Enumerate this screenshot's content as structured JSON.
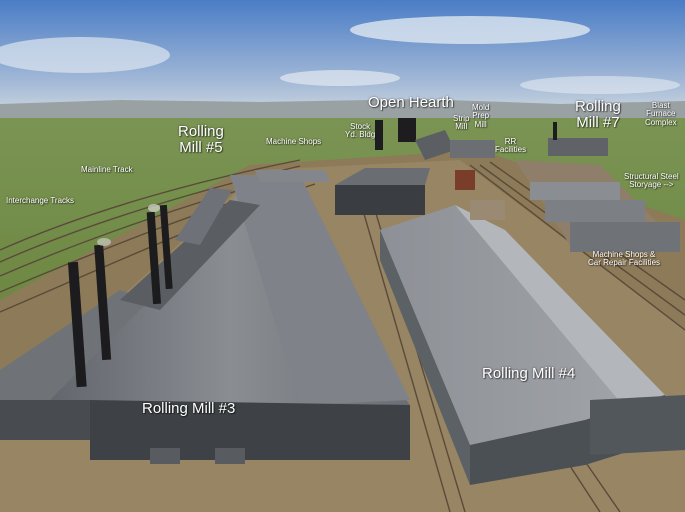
{
  "labels": {
    "open_hearth": "Open Hearth",
    "rolling_mill_5_line1": "Rolling",
    "rolling_mill_5_line2": "Mill #5",
    "rolling_mill_7_line1": "Rolling",
    "rolling_mill_7_line2": "Mill #7",
    "rolling_mill_3": "Rolling Mill #3",
    "rolling_mill_4": "Rolling Mill #4",
    "machine_shops": "Machine Shops",
    "stock_yd_line1": "Stock",
    "stock_yd_line2": "Yd. Bldg",
    "mold_prep_line1": "Mold",
    "mold_prep_line2": "Prep",
    "mold_prep_line3": "Mill",
    "strip_line1": "Strip",
    "strip_line2": "Mill",
    "rr_line1": "RR",
    "rr_line2": "Facilities",
    "blast_line1": "Blast",
    "blast_line2": "Furnace",
    "blast_line3": "Complex",
    "structural_line1": "Structural Steel",
    "structural_line2": "Storyage -->",
    "mainline": "Mainline Track",
    "interchange": "Interchange Tracks",
    "car_repair_line1": "Machine Shops &",
    "car_repair_line2": "Car Repair Facilities"
  },
  "colors": {
    "sky_top": "#4f7fc4",
    "sky_bottom": "#c7d3df",
    "grass": "#6f8a3c",
    "roof": "#7b7f86",
    "wall": "#3f4347",
    "label": "#ffffff"
  }
}
